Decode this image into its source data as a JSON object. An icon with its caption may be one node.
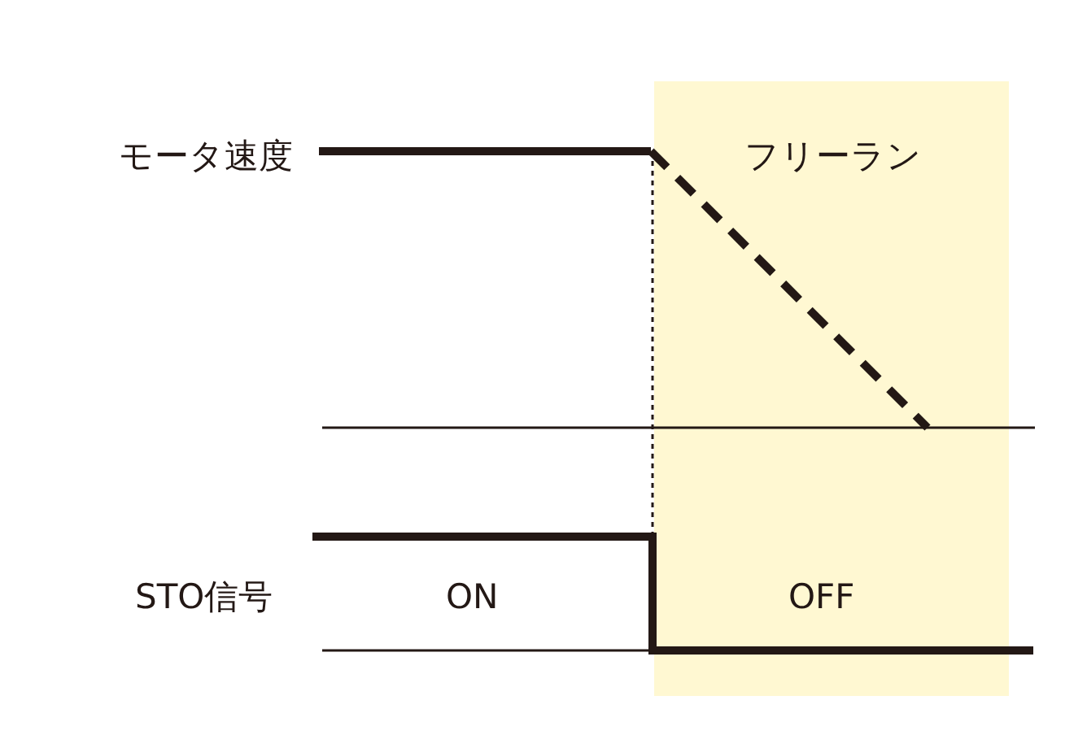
{
  "diagram": {
    "labels": [
      "モータ速度",
      "フリーラン",
      "STO信号",
      "ON",
      "OFF"
    ]
  }
}
